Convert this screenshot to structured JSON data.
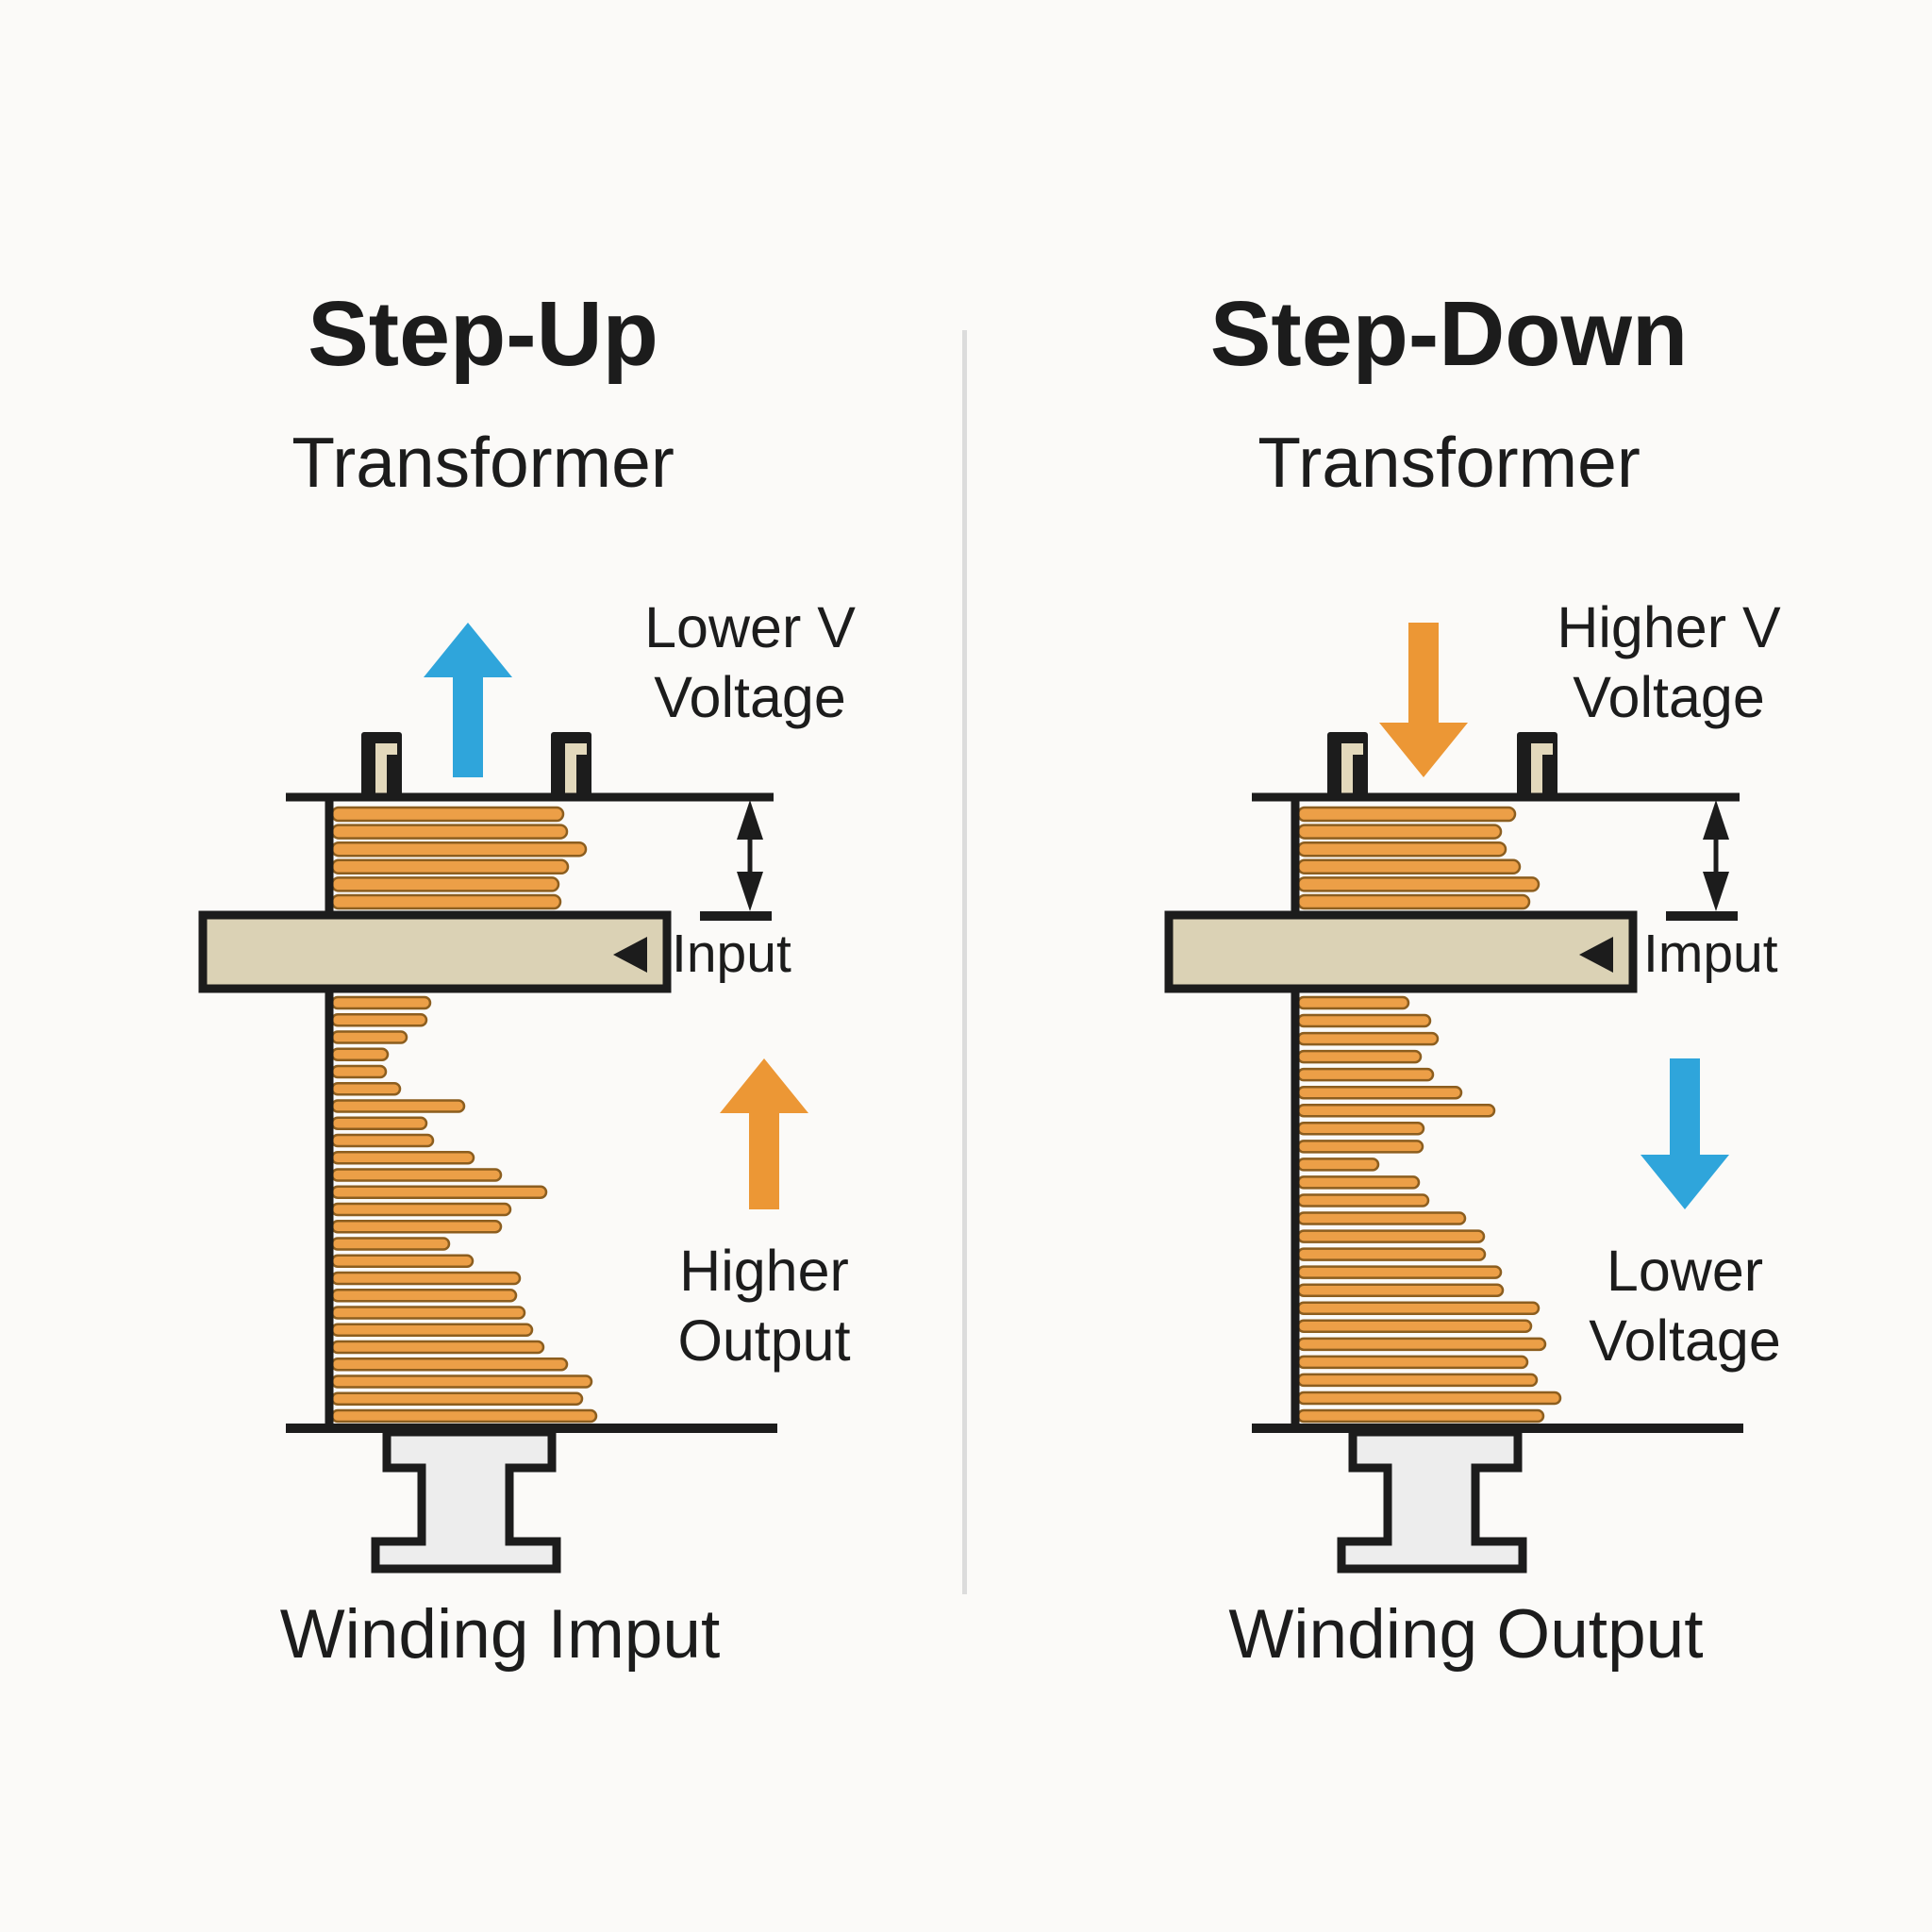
{
  "colors": {
    "background": "#FBFAF8",
    "ink": "#1C1C1C",
    "divider": "#DCDCDC",
    "winding_fill": "#EC9F47",
    "winding_stroke": "#8C5E1F",
    "core_bar_fill": "#DBD2B5",
    "terminal_fill": "#E3D9BC",
    "pedestal_fill": "#EDEDED",
    "blue_arrow": "#2FA5DB",
    "orange_arrow": "#EC9735"
  },
  "panels": [
    {
      "title": "Step-Up",
      "subtitle": "Transformer",
      "top_arrow": {
        "direction": "up",
        "color": "blue"
      },
      "top_label_line1": "Lower V",
      "top_label_line2": "Voltage",
      "input_label": "Input",
      "side_arrow": {
        "direction": "up",
        "color": "orange"
      },
      "side_label_line1": "Higher",
      "side_label_line2": "Output",
      "bottom_label": "Winding Imput",
      "upper_winding_lengths": [
        245,
        249,
        269,
        250,
        240,
        242
      ],
      "lower_winding_lengths": [
        104,
        100,
        79,
        59,
        57,
        72,
        140,
        100,
        107,
        150,
        179,
        227,
        189,
        179,
        124,
        149,
        199,
        195,
        204,
        212,
        224,
        249,
        275,
        265,
        280
      ]
    },
    {
      "title": "Step-Down",
      "subtitle": "Transformer",
      "top_arrow": {
        "direction": "down",
        "color": "orange"
      },
      "top_label_line1": "Higher V",
      "top_label_line2": "Voltage",
      "input_label": "Imput",
      "side_arrow": {
        "direction": "down",
        "color": "blue"
      },
      "side_label_line1": "Lower",
      "side_label_line2": "Voltage",
      "bottom_label": "Winding Output",
      "upper_winding_lengths": [
        230,
        215,
        220,
        235,
        255,
        245
      ],
      "lower_winding_lengths": [
        117,
        140,
        148,
        130,
        143,
        173,
        208,
        133,
        132,
        85,
        128,
        138,
        177,
        197,
        198,
        215,
        217,
        255,
        247,
        262,
        243,
        253,
        278,
        260
      ]
    }
  ]
}
